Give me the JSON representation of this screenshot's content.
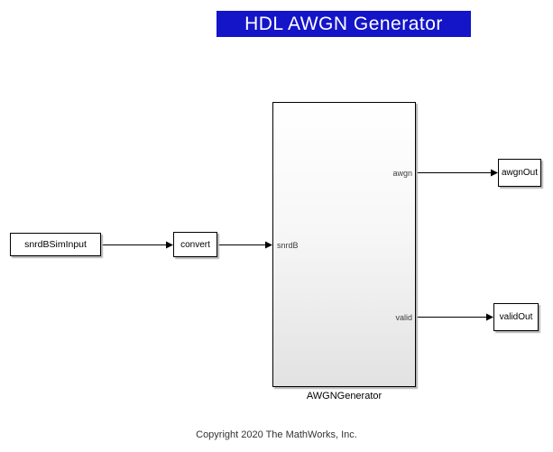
{
  "title": {
    "text": "HDL AWGN Generator",
    "bg_color": "#1414C8",
    "text_color": "#FFFFFF"
  },
  "blocks": {
    "input": {
      "label": "snrdBSimInput"
    },
    "convert": {
      "label": "convert"
    },
    "generator": {
      "label": "AWGNGenerator",
      "ports": {
        "input": "snrdB",
        "output_awgn": "awgn",
        "output_valid": "valid"
      }
    },
    "awgn_out": {
      "label": "awgnOut"
    },
    "valid_out": {
      "label": "validOut"
    }
  },
  "footer": {
    "copyright": "Copyright 2020 The MathWorks, Inc."
  }
}
